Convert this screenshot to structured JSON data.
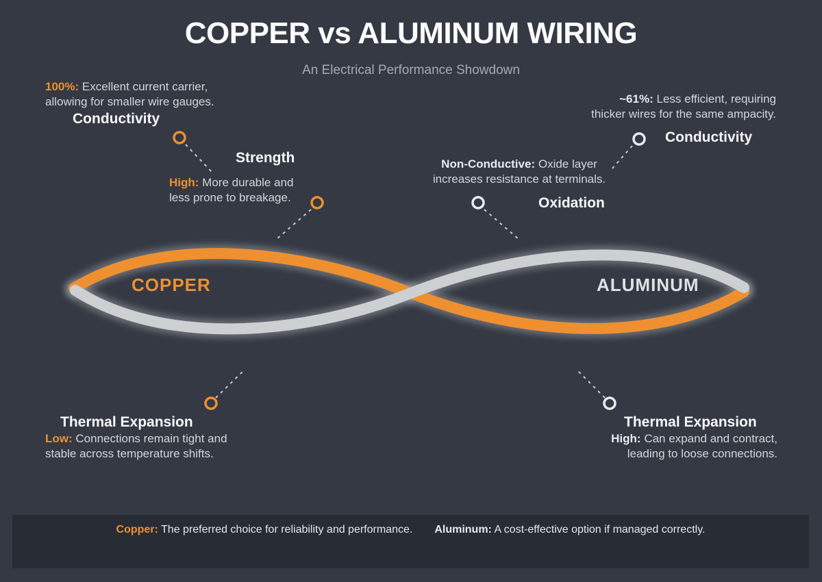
{
  "title": "COPPER vs ALUMINUM WIRING",
  "subtitle": "An Electrical Performance Showdown",
  "colors": {
    "copper": "#EE9030",
    "aluminum": "#CDD0D2",
    "background": "#343943",
    "footer_bg": "#282C35",
    "body_text": "#D3D6DA",
    "heading_text": "#F7F8FA",
    "subtitle_text": "#A6AAB1",
    "marker_line": "#C9CDD2"
  },
  "loops": {
    "copper_label": "COPPER",
    "aluminum_label": "ALUMINUM"
  },
  "callouts": {
    "copper_conductivity": {
      "heading": "Conductivity",
      "value": "100%:",
      "lines": [
        "Excellent current carrier,",
        "allowing for smaller wire gauges."
      ]
    },
    "copper_strength": {
      "heading": "Strength",
      "value": "High:",
      "lines": [
        "More durable and",
        "less prone to breakage."
      ]
    },
    "aluminum_conductivity": {
      "heading": "Conductivity",
      "value": "~61%:",
      "lines": [
        "Less efficient, requiring",
        "thicker wires for the same ampacity."
      ]
    },
    "aluminum_oxidation": {
      "heading": "Oxidation",
      "value": "Non-Conductive:",
      "lines": [
        "Oxide layer",
        "increases resistance at terminals."
      ]
    },
    "copper_thermal": {
      "heading": "Thermal Expansion",
      "value": "Low:",
      "lines": [
        "Connections remain tight and",
        "stable across temperature shifts."
      ]
    },
    "aluminum_thermal": {
      "heading": "Thermal Expansion",
      "value": "High:",
      "lines": [
        "Can expand and contract,",
        "leading to loose connections."
      ]
    }
  },
  "footer": {
    "copper_label": "Copper:",
    "copper_text": "The preferred choice for reliability and performance.",
    "aluminum_label": "Aluminum:",
    "aluminum_text": "A cost-effective option if managed correctly."
  }
}
